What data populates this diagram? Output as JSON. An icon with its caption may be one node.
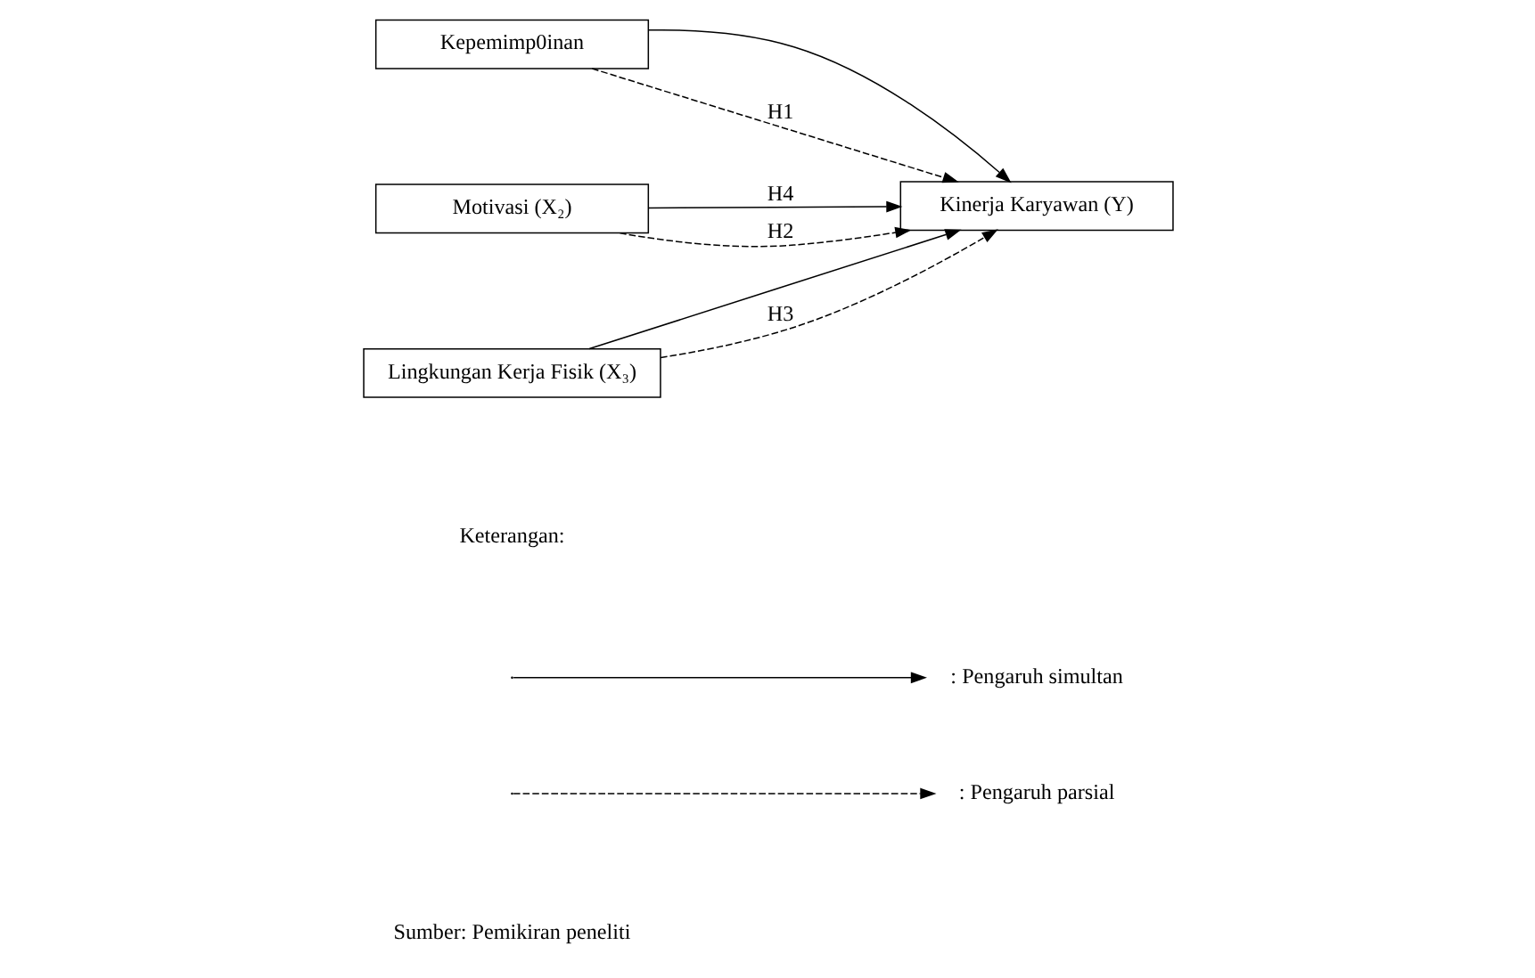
{
  "diagram": {
    "nodes": [
      {
        "text": [
          "Kepemimp0inan"
        ]
      },
      {
        "text": [
          "Motivasi (X₂)"
        ]
      },
      {
        "text": [
          "Lingkungan Kerja Fisik (X₃)"
        ]
      },
      {
        "text": [
          "Kinerja Karyawan (Y)"
        ]
      }
    ],
    "edges": [
      {
        "from": 0,
        "to": 3,
        "arrow": "to"
      },
      {
        "from": 1,
        "to": 3,
        "arrow": "to",
        "label": "H4"
      },
      {
        "from": 2,
        "to": 3,
        "arrow": "to"
      },
      {
        "from": 0,
        "to": 3,
        "arrow": "to",
        "style": "dashed",
        "label": "H1"
      },
      {
        "from": 1,
        "to": 3,
        "arrow": "to",
        "style": "dashed",
        "label": "H2"
      },
      {
        "from": 2,
        "to": 3,
        "arrow": "to",
        "style": "dashed",
        "label": "H3"
      }
    ],
    "labels": [
      "Keterangan:",
      "Sumber: Pemikiran peneliti"
    ],
    "legend": [
      {
        "text": ": Pengaruh simultan"
      },
      {
        "text": ": Pengaruh parsial"
      }
    ]
  }
}
